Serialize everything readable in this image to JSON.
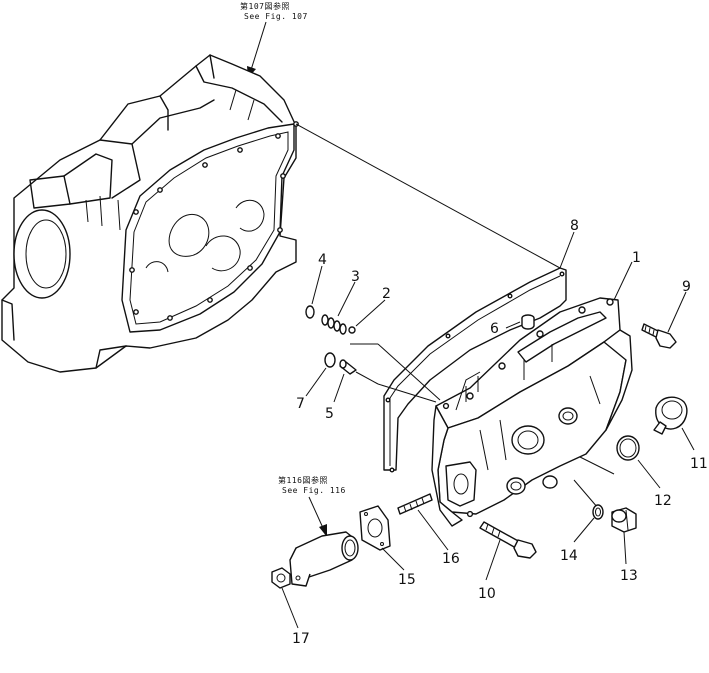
{
  "references": [
    {
      "id": "ref-107",
      "line1": "第107図参照",
      "line2": "See Fig. 107"
    },
    {
      "id": "ref-116",
      "line1": "第116図参照",
      "line2": "See Fig. 116"
    }
  ],
  "callouts": [
    "1",
    "2",
    "3",
    "4",
    "5",
    "6",
    "7",
    "8",
    "9",
    "10",
    "11",
    "12",
    "13",
    "14",
    "15",
    "16",
    "17"
  ]
}
